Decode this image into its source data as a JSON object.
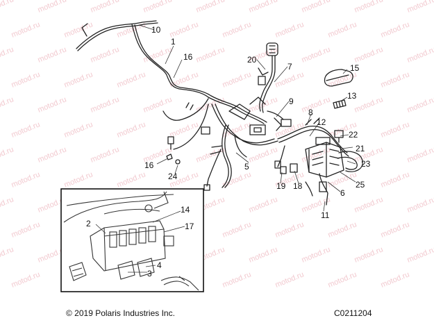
{
  "watermark": "motod.ru",
  "callouts": [
    "1",
    "2",
    "3",
    "4",
    "5",
    "6",
    "7",
    "8",
    "9",
    "10",
    "11",
    "12",
    "13",
    "14",
    "15",
    "16",
    "16",
    "17",
    "18",
    "19",
    "20",
    "21",
    "22",
    "23",
    "24",
    "25"
  ],
  "footer": {
    "copyright": "© 2019 Polaris Industries Inc.",
    "drawing_code": "C0211204"
  }
}
